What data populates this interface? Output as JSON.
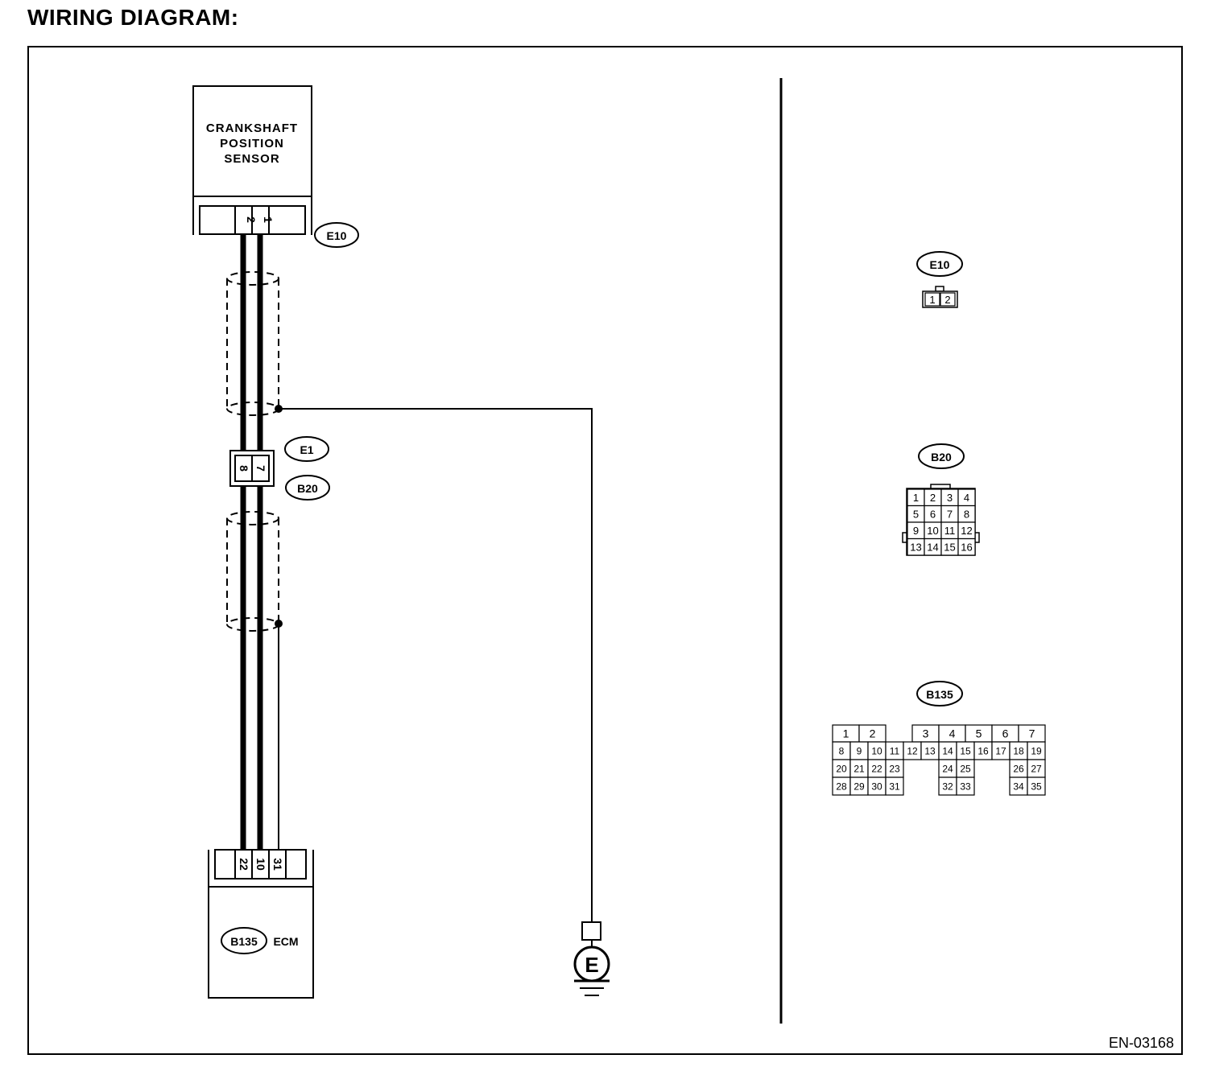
{
  "title": "WIRING DIAGRAM:",
  "figure_code": "EN-03168",
  "sensor": {
    "name_lines": [
      "CRANKSHAFT",
      "POSITION",
      "SENSOR"
    ],
    "connector": "E10",
    "pins": [
      "2",
      "1"
    ]
  },
  "junction": {
    "upper_connector": "E1",
    "lower_connector": "B20",
    "pins": [
      "8",
      "7"
    ]
  },
  "ecm": {
    "connector": "B135",
    "name": "ECM",
    "pins": [
      "22",
      "10",
      "31"
    ]
  },
  "ground": {
    "symbol": "E"
  },
  "connector_views": {
    "e10": {
      "label": "E10",
      "pins": [
        "1",
        "2"
      ]
    },
    "b20": {
      "label": "B20",
      "rows": [
        [
          "1",
          "2",
          "3",
          "4"
        ],
        [
          "5",
          "6",
          "7",
          "8"
        ],
        [
          "9",
          "10",
          "11",
          "12"
        ],
        [
          "13",
          "14",
          "15",
          "16"
        ]
      ]
    },
    "b135": {
      "label": "B135"
    }
  }
}
